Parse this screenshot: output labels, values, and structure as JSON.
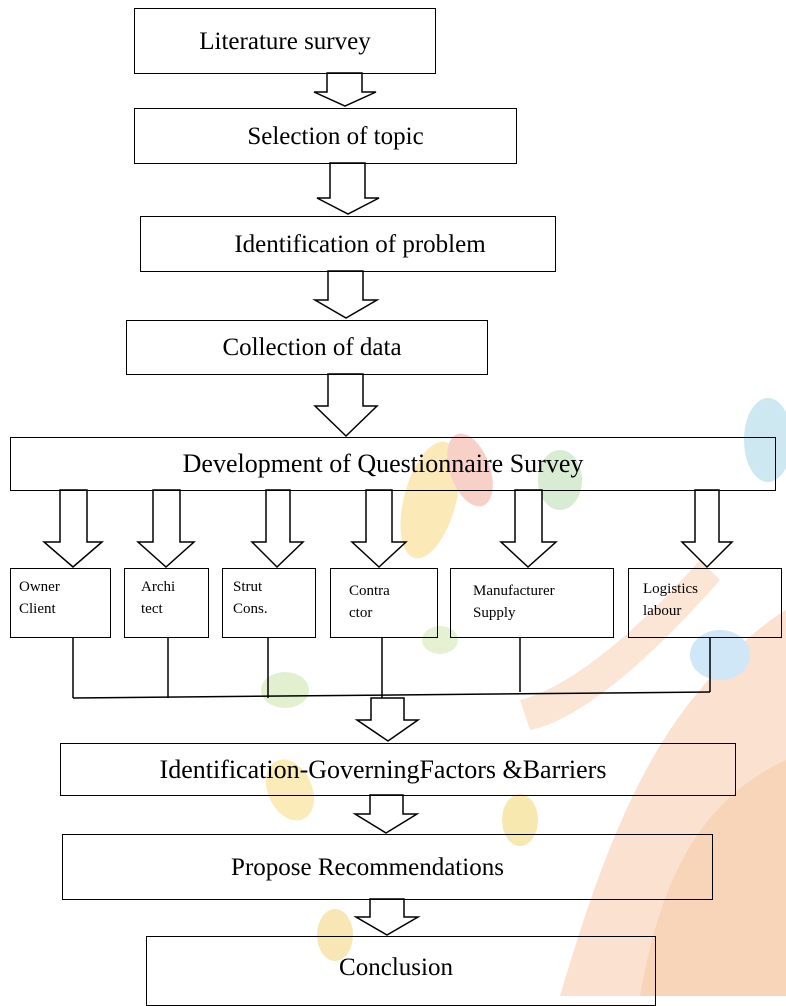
{
  "diagram": {
    "steps": {
      "literature_survey": "Literature survey",
      "selection_of_topic": "Selection of topic",
      "identification_of_problem": "Identification of problem",
      "collection_of_data": "Collection of data",
      "development_of_questionnaire": "Development of Questionnaire Survey",
      "identification_factors": "Identification-GoverningFactors &Barriers",
      "propose_recommendations": "Propose Recommendations",
      "conclusion": "Conclusion"
    },
    "respondents": [
      {
        "line1": "Owner",
        "line2": "Client"
      },
      {
        "line1": "Archi",
        "line2": "tect"
      },
      {
        "line1": "Strut",
        "line2": "Cons."
      },
      {
        "line1": "Contra",
        "line2": "ctor"
      },
      {
        "line1": "Manufacturer",
        "line2": "Supply"
      },
      {
        "line1": "Logistics",
        "line2": "labour"
      }
    ]
  }
}
